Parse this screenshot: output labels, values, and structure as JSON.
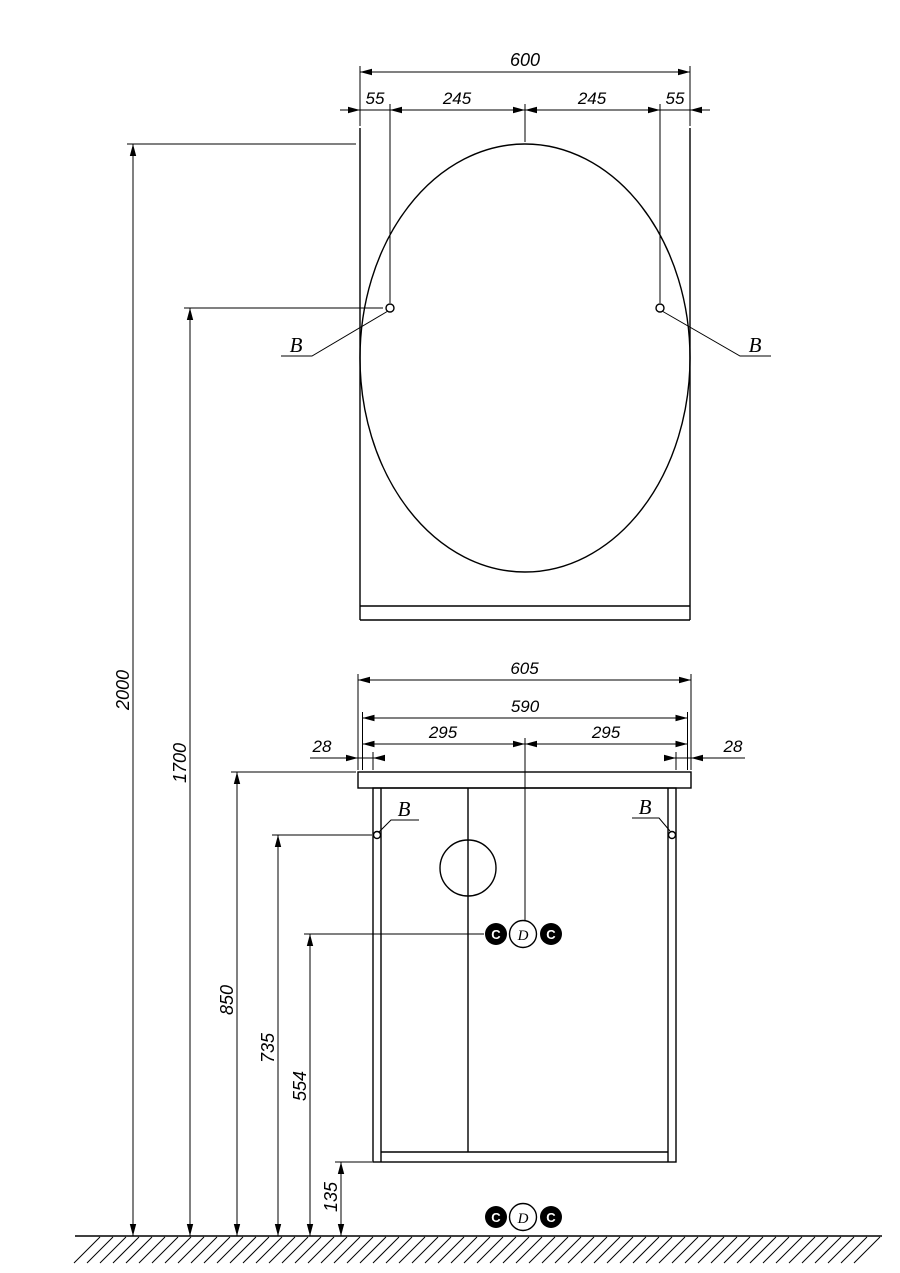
{
  "mirror": {
    "width_total": "600",
    "width_segments": [
      "55",
      "245",
      "245",
      "55"
    ],
    "mount_label": "B"
  },
  "cabinet": {
    "width_countertop": "605",
    "width_body": "590",
    "width_halves": [
      "295",
      "295"
    ],
    "overhang": [
      "28",
      "28"
    ],
    "mount_label": "B"
  },
  "heights": {
    "total": "2000",
    "mirror_mount": "1700",
    "countertop": "850",
    "cabinet_mount": "735",
    "connections": "554",
    "floor_clearance": "135"
  },
  "connections": {
    "water_label": "C",
    "drain_label": "D"
  }
}
